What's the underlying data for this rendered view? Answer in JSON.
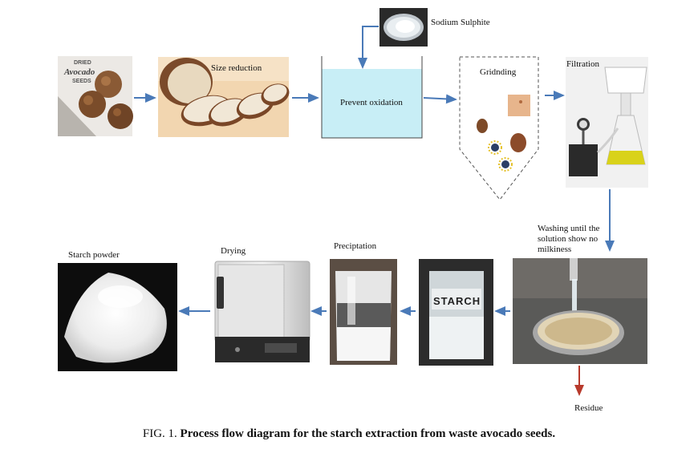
{
  "steps": {
    "reagent": "Sodium Sulphite",
    "size_reduction": "Size reduction",
    "prevent_oxidation": "Prevent oxidation",
    "grinding": "Gridnding",
    "filtration": "Filtration",
    "washing": "Washing until the solution show no milkiness",
    "residue": "Residue",
    "starch_label": "STARCH",
    "precipitation": "Preciptation",
    "drying": "Drying",
    "starch_powder": "Starch powder"
  },
  "package_text": {
    "line1": "DRIED",
    "line2": "Avocado",
    "line3": "SEEDS"
  },
  "caption": {
    "prefix": "FIG. 1.",
    "title": "Process flow diagram for the starch extraction from waste avocado seeds."
  },
  "colors": {
    "arrow_blue": "#4a7ab8",
    "arrow_red": "#b83a2c",
    "water": "#c8eef6"
  }
}
